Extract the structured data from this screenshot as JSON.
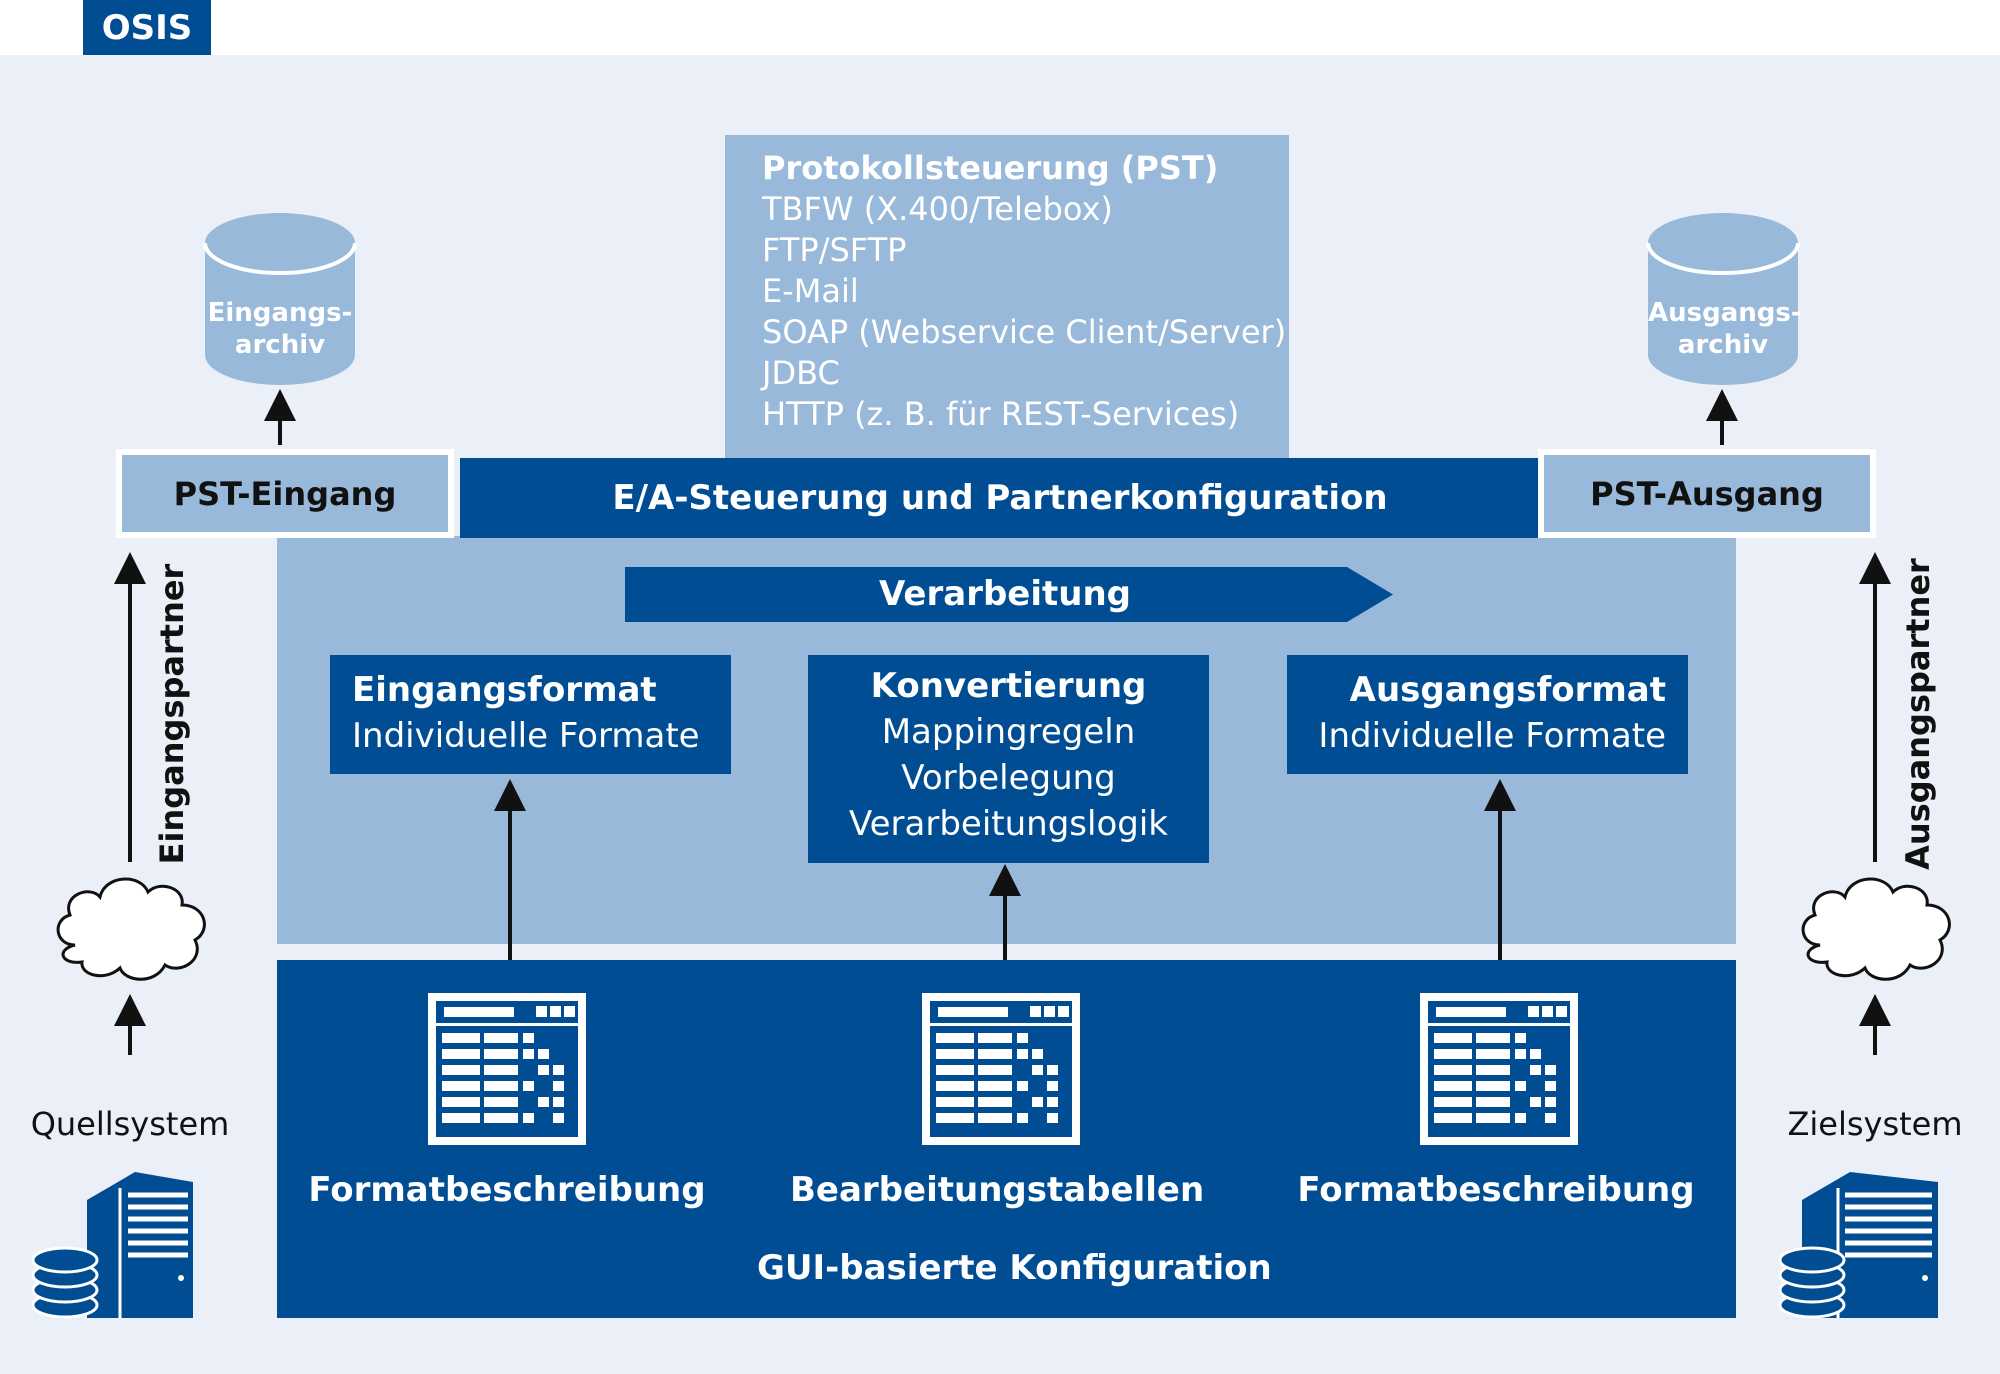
{
  "header": {
    "tag": "OSIS"
  },
  "pst": {
    "title": "Protokollsteuerung (PST)",
    "items": [
      "TBFW (X.400/Telebox)",
      "FTP/SFTP",
      "E-Mail",
      "SOAP (Webservice Client/Server)",
      "JDBC",
      "HTTP (z. B. für REST-Services)"
    ]
  },
  "archives": {
    "input": [
      "Eingangs-",
      "archiv"
    ],
    "output": [
      "Ausgangs-",
      "archiv"
    ]
  },
  "bar": {
    "left": "PST-Eingang",
    "center": "E/A-Steuerung und Partnerkonfiguration",
    "right": "PST-Ausgang"
  },
  "processing": {
    "arrow_label": "Verarbeitung",
    "input_format": {
      "title": "Eingangsformat",
      "lines": [
        "Individuelle Formate"
      ]
    },
    "conversion": {
      "title": "Konvertierung",
      "lines": [
        "Mappingregeln",
        "Vorbelegung",
        "Verarbeitungslogik"
      ]
    },
    "output_format": {
      "title": "Ausgangsformat",
      "lines": [
        "Individuelle Formate"
      ]
    }
  },
  "config": {
    "items": [
      "Formatbeschreibung",
      "Bearbeitungstabellen",
      "Formatbeschreibung"
    ],
    "label": "GUI-basierte Konfiguration"
  },
  "sides": {
    "left_partner": "Eingangspartner",
    "right_partner": "Ausgangspartner",
    "source": "Quellsystem",
    "target": "Zielsystem"
  },
  "colors": {
    "dark_blue": "#004d93",
    "light_blue": "#98b9d9",
    "background": "#ebf0f8"
  }
}
